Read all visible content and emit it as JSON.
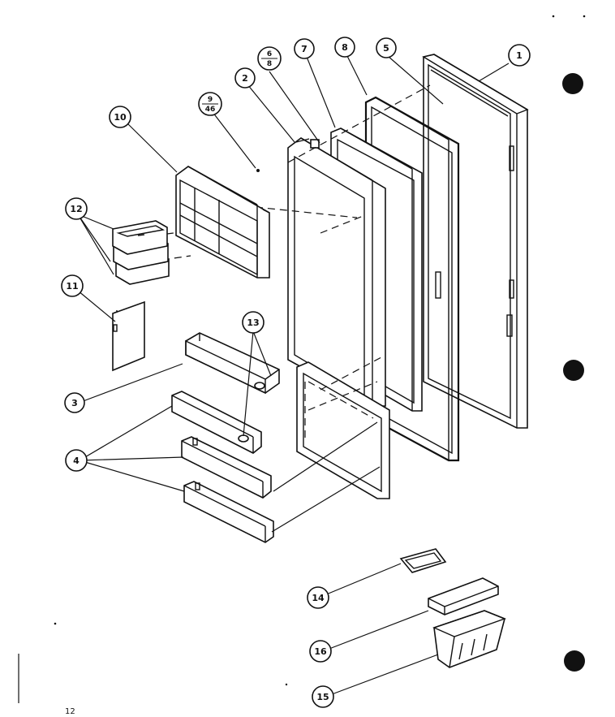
{
  "diagram": {
    "callouts": {
      "c1": "1",
      "c2": "2",
      "c3": "3",
      "c4": "4",
      "c5": "5",
      "c6_top": "6",
      "c6_bottom": "8",
      "c7": "7",
      "c8": "8",
      "c9_top": "9",
      "c9_bottom": "46",
      "c10": "10",
      "c11": "11",
      "c12": "12",
      "c13": "13",
      "c14": "14",
      "c15": "15",
      "c16": "16"
    },
    "page_number": "12"
  },
  "colors": {
    "ink": "#111111",
    "paper": "#ffffff"
  }
}
